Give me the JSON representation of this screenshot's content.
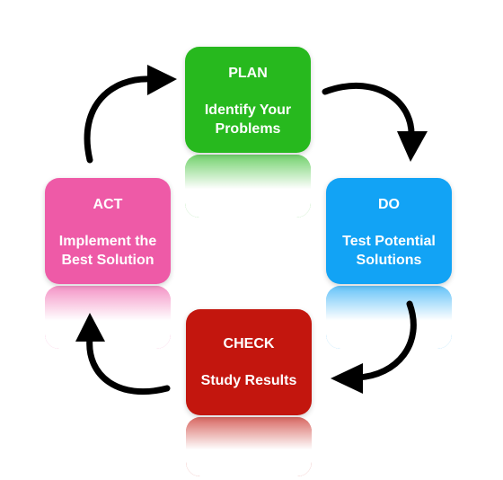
{
  "steps": {
    "plan": {
      "title": "PLAN",
      "line1": "Identify Your",
      "line2": "Problems",
      "color": "#27b91e"
    },
    "do": {
      "title": "DO",
      "line1": "Test Potential",
      "line2": "Solutions",
      "color": "#12a3f5"
    },
    "check": {
      "title": "CHECK",
      "line1": "Study Results",
      "line2": "",
      "color": "#c3160e"
    },
    "act": {
      "title": "ACT",
      "line1": "Implement the",
      "line2": "Best Solution",
      "color": "#ee5aa7"
    }
  },
  "arrow_color": "#000000"
}
